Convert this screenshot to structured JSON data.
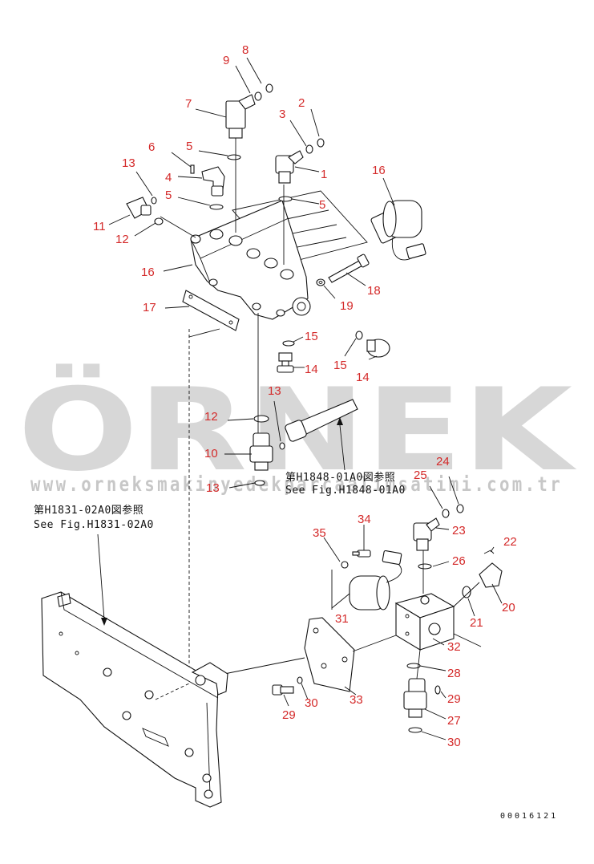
{
  "callouts": [
    {
      "id": "c1",
      "text": "1"
    },
    {
      "id": "c2",
      "text": "2"
    },
    {
      "id": "c3",
      "text": "3"
    },
    {
      "id": "c4",
      "text": "4"
    },
    {
      "id": "c5a",
      "text": "5"
    },
    {
      "id": "c5b",
      "text": "5"
    },
    {
      "id": "c5c",
      "text": "5"
    },
    {
      "id": "c6",
      "text": "6"
    },
    {
      "id": "c7",
      "text": "7"
    },
    {
      "id": "c8",
      "text": "8"
    },
    {
      "id": "c9",
      "text": "9"
    },
    {
      "id": "c10",
      "text": "10"
    },
    {
      "id": "c11",
      "text": "11"
    },
    {
      "id": "c12a",
      "text": "12"
    },
    {
      "id": "c12b",
      "text": "12"
    },
    {
      "id": "c13a",
      "text": "13"
    },
    {
      "id": "c13b",
      "text": "13"
    },
    {
      "id": "c13c",
      "text": "13"
    },
    {
      "id": "c14a",
      "text": "14"
    },
    {
      "id": "c14b",
      "text": "14"
    },
    {
      "id": "c15a",
      "text": "15"
    },
    {
      "id": "c15b",
      "text": "15"
    },
    {
      "id": "c16a",
      "text": "16"
    },
    {
      "id": "c16b",
      "text": "16"
    },
    {
      "id": "c17",
      "text": "17"
    },
    {
      "id": "c18",
      "text": "18"
    },
    {
      "id": "c19",
      "text": "19"
    },
    {
      "id": "c20",
      "text": "20"
    },
    {
      "id": "c21",
      "text": "21"
    },
    {
      "id": "c22",
      "text": "22"
    },
    {
      "id": "c23",
      "text": "23"
    },
    {
      "id": "c24",
      "text": "24"
    },
    {
      "id": "c25",
      "text": "25"
    },
    {
      "id": "c26",
      "text": "26"
    },
    {
      "id": "c27",
      "text": "27"
    },
    {
      "id": "c28",
      "text": "28"
    },
    {
      "id": "c29a",
      "text": "29"
    },
    {
      "id": "c29b",
      "text": "29"
    },
    {
      "id": "c30a",
      "text": "30"
    },
    {
      "id": "c30b",
      "text": "30"
    },
    {
      "id": "c31",
      "text": "31"
    },
    {
      "id": "c32",
      "text": "32"
    },
    {
      "id": "c33",
      "text": "33"
    },
    {
      "id": "c34",
      "text": "34"
    },
    {
      "id": "c35",
      "text": "35"
    }
  ],
  "references": {
    "ref1_jp": "第H1848-01A0図参照",
    "ref1_en": "See Fig.H1848-01A0",
    "ref2_jp": "第H1831-02A0図参照",
    "ref2_en": "See Fig.H1831-02A0"
  },
  "drawing_number": "00016121",
  "watermark": {
    "brand": "ÖRNEK",
    "url": "www.orneksmakinyedekparcaalimsatimi.com.tr"
  }
}
